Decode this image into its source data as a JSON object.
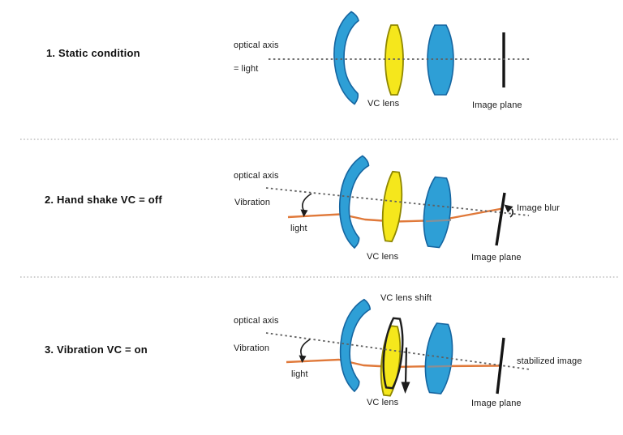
{
  "figure": {
    "description_labels_only": "VC lens vibration compensation diagram"
  },
  "colors": {
    "lens_blue": "#2e9fd6",
    "lens_blue_outline": "#1565a0",
    "vc_yellow": "#f5e71c",
    "vc_yellow_outline": "#8f8700",
    "ghost_outline": "#1d1d1d",
    "light_ray": "#e0793a",
    "ray_through_lens": "#8a8f94",
    "axis_dot": "#5f5f5f",
    "separator": "#bdbdbd",
    "image_plane": "#141414"
  },
  "sections": [
    {
      "title": "1. Static condition",
      "labels": {
        "optical_axis": "optical axis",
        "light": "= light",
        "vc_lens": "VC lens",
        "image_plane": "Image plane"
      }
    },
    {
      "title": "2. Hand shake VC = off",
      "labels": {
        "optical_axis": "optical axis",
        "vibration": "Vibration",
        "light": "light",
        "image_blur": "Image blur",
        "vc_lens": "VC lens",
        "image_plane": "Image plane"
      }
    },
    {
      "title": "3. Vibration VC = on",
      "labels": {
        "optical_axis": "optical axis",
        "vibration": "Vibration",
        "light": "light",
        "vc_lens_shift": "VC lens shift",
        "stabilized_image": "stabilized image",
        "vc_lens": "VC lens",
        "image_plane": "Image plane"
      }
    }
  ]
}
